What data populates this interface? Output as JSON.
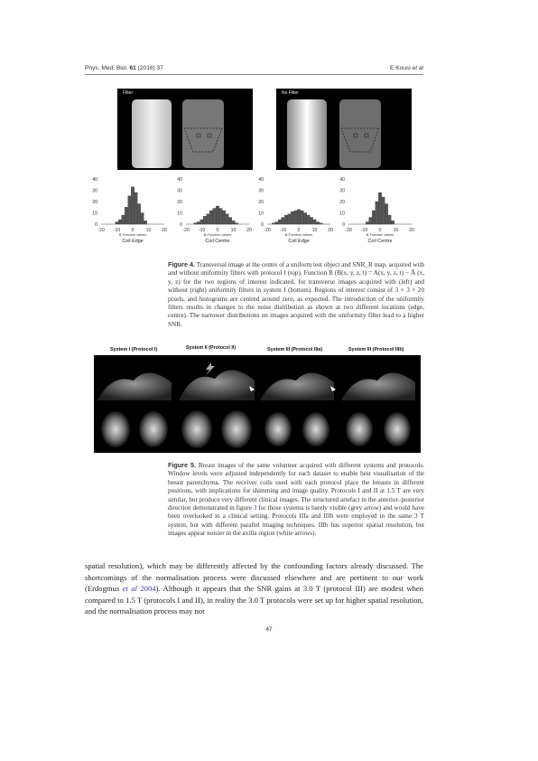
{
  "header": {
    "left_prefix": "Phys. Med. Biol. ",
    "left_volume": "61",
    "left_suffix": " (2016) 37",
    "right": "E Kousi ",
    "right_etal": "et al"
  },
  "figure4": {
    "panel_labels": [
      "Filter",
      "No Filter"
    ],
    "histogram_axis_label": "B-Function values",
    "histogram_titles": [
      "Coil Edge",
      "Coil Centre",
      "Coil Edge",
      "Coil Centre"
    ],
    "caption_label": "Figure 4.",
    "caption_text": "Transversal image at the centre of a uniform test object and SNR_R map, acquired with and without uniformity filters with protocol I (top). Function B (B(x, y, z, t) = A(x, y, z, t) − Ā (x, y, z) for the two regions of interest indicated, for transverse images acquired with (left) and without (right) uniformity filters in system I (bottom). Regions of interest consist of 3 × 3 × 20 pixels, and histograms are centred around zero, as expected. The introduction of the uniformity filters results in changes to the noise distribution as shown at two different locations (edge, centre). The narrower distributions on images acquired with the uniformity filter lead to a higher SNR."
  },
  "chart_data": [
    {
      "type": "bar",
      "title": "Coil Edge",
      "xlabel": "B-Function values",
      "xlim": [
        -20,
        20
      ],
      "ylim": [
        0,
        40
      ],
      "x_ticks": [
        -20,
        -10,
        0,
        10,
        20
      ],
      "y_ticks": [
        0,
        10,
        20,
        30,
        40
      ],
      "x": [
        -10,
        -8,
        -6,
        -4,
        -2,
        0,
        2,
        4,
        6,
        8
      ],
      "values": [
        2,
        4,
        8,
        15,
        25,
        33,
        28,
        18,
        10,
        3
      ]
    },
    {
      "type": "bar",
      "title": "Coil Centre",
      "xlabel": "B-Function values",
      "xlim": [
        -20,
        20
      ],
      "ylim": [
        0,
        40
      ],
      "x_ticks": [
        -20,
        -10,
        0,
        10,
        20
      ],
      "y_ticks": [
        0,
        10,
        20,
        30,
        40
      ],
      "x": [
        -14,
        -12,
        -10,
        -8,
        -6,
        -4,
        -2,
        0,
        2,
        4,
        6,
        8,
        10,
        12
      ],
      "values": [
        1,
        2,
        4,
        7,
        9,
        12,
        14,
        16,
        14,
        12,
        9,
        6,
        3,
        1
      ]
    },
    {
      "type": "bar",
      "title": "Coil Edge",
      "xlabel": "B-Function values",
      "xlim": [
        -20,
        20
      ],
      "ylim": [
        0,
        40
      ],
      "x_ticks": [
        -20,
        -10,
        0,
        10,
        20
      ],
      "y_ticks": [
        0,
        10,
        20,
        30,
        40
      ],
      "x": [
        -16,
        -14,
        -12,
        -10,
        -8,
        -6,
        -4,
        -2,
        0,
        2,
        4,
        6,
        8,
        10,
        12,
        14
      ],
      "values": [
        1,
        2,
        4,
        6,
        8,
        9,
        11,
        12,
        13,
        12,
        10,
        8,
        6,
        4,
        2,
        1
      ]
    },
    {
      "type": "bar",
      "title": "Coil Centre",
      "xlabel": "B-Function values",
      "xlim": [
        -20,
        20
      ],
      "ylim": [
        0,
        40
      ],
      "x_ticks": [
        -20,
        -10,
        0,
        10,
        20
      ],
      "y_ticks": [
        0,
        10,
        20,
        30,
        40
      ],
      "x": [
        -8,
        -6,
        -4,
        -2,
        0,
        2,
        4,
        6,
        8
      ],
      "values": [
        2,
        6,
        12,
        20,
        28,
        24,
        18,
        8,
        3
      ]
    }
  ],
  "figure5": {
    "column_labels": [
      "System I (Protocol I)",
      "System II (Protocol II)",
      "System III (Protocol IIIa)",
      "System III (Protocol IIIb)"
    ],
    "caption_label": "Figure 5.",
    "caption_before_link": "Breast images of the same volunteer acquired with different systems and protocols. Window levels were adjusted independently for each dataset to enable best visualisation of the breast parenchyma. The receiver coils used with each protocol place the breasts in different positions, with implications for shimming and image quality. Protocols I and II at 1.5 T are very similar, but produce very different clinical images. The structured artefact in the anterior–posterior direction demonstrated in figure ",
    "caption_link": "3",
    "caption_after_link": " for those systems is barely visible (grey arrow) and would have been overlooked in a clinical setting. Protocols IIIa and IIIb were employed in the same 3 T system, but with different parallel imaging techniques. IIIb has superior spatial resolution, but images appear noisier in the axilla region (white arrows)."
  },
  "body": {
    "before_link": "spatial resolution), which may be differently affected by the confounding factors already discussed. The shortcomings of the normalisation process were discussed elsewhere and are pertinent to our work (Erdogmus ",
    "link_etal": "et al",
    "link_year": " 2004",
    "after_link": "). Although it appears that the SNR gains at 3.0 T (protocol III) are modest when compared to 1.5 T (protocols I and II), in reality the 3.0 T protocols were set up for higher spatial resolution, and the normalisation process may not"
  },
  "page_number": "47"
}
